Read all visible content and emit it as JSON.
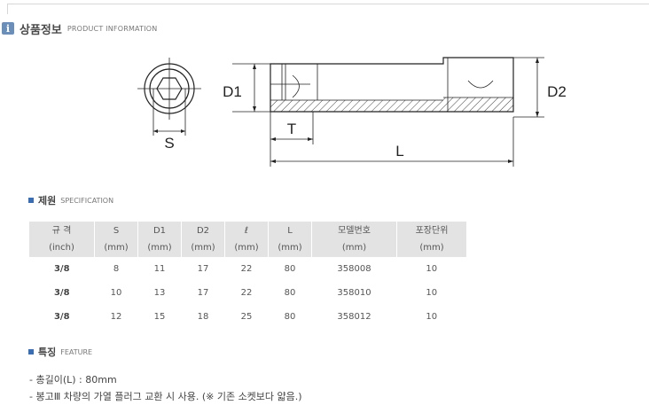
{
  "header": {
    "title": "상품정보",
    "subtitle": "PRODUCT INFORMATION",
    "icon": "info-icon"
  },
  "diagram": {
    "labels": {
      "d1": "D1",
      "d2": "D2",
      "s": "S",
      "t": "T",
      "l": "L"
    }
  },
  "spec": {
    "title": "제원",
    "subtitle": "SPECIFICATION",
    "columns": [
      {
        "name": "규 격",
        "unit": "(inch)"
      },
      {
        "name": "S",
        "unit": "(mm)"
      },
      {
        "name": "D1",
        "unit": "(mm)"
      },
      {
        "name": "D2",
        "unit": "(mm)"
      },
      {
        "name": "ℓ",
        "unit": "(mm)"
      },
      {
        "name": "L",
        "unit": "(mm)"
      },
      {
        "name": "모델번호",
        "unit": "(mm)"
      },
      {
        "name": "포장단위",
        "unit": "(mm)"
      }
    ],
    "rows": [
      [
        "3/8",
        "8",
        "11",
        "17",
        "22",
        "80",
        "358008",
        "10"
      ],
      [
        "3/8",
        "10",
        "13",
        "17",
        "22",
        "80",
        "358010",
        "10"
      ],
      [
        "3/8",
        "12",
        "15",
        "18",
        "25",
        "80",
        "358012",
        "10"
      ]
    ]
  },
  "feature": {
    "title": "특징",
    "subtitle": "FEATURE",
    "items": [
      "- 총길이(L) : 80mm",
      "- 봉고Ⅲ 차량의 가열 플러그 교환 시 사용. (※ 기존 소켓보다 얇음.)"
    ]
  }
}
